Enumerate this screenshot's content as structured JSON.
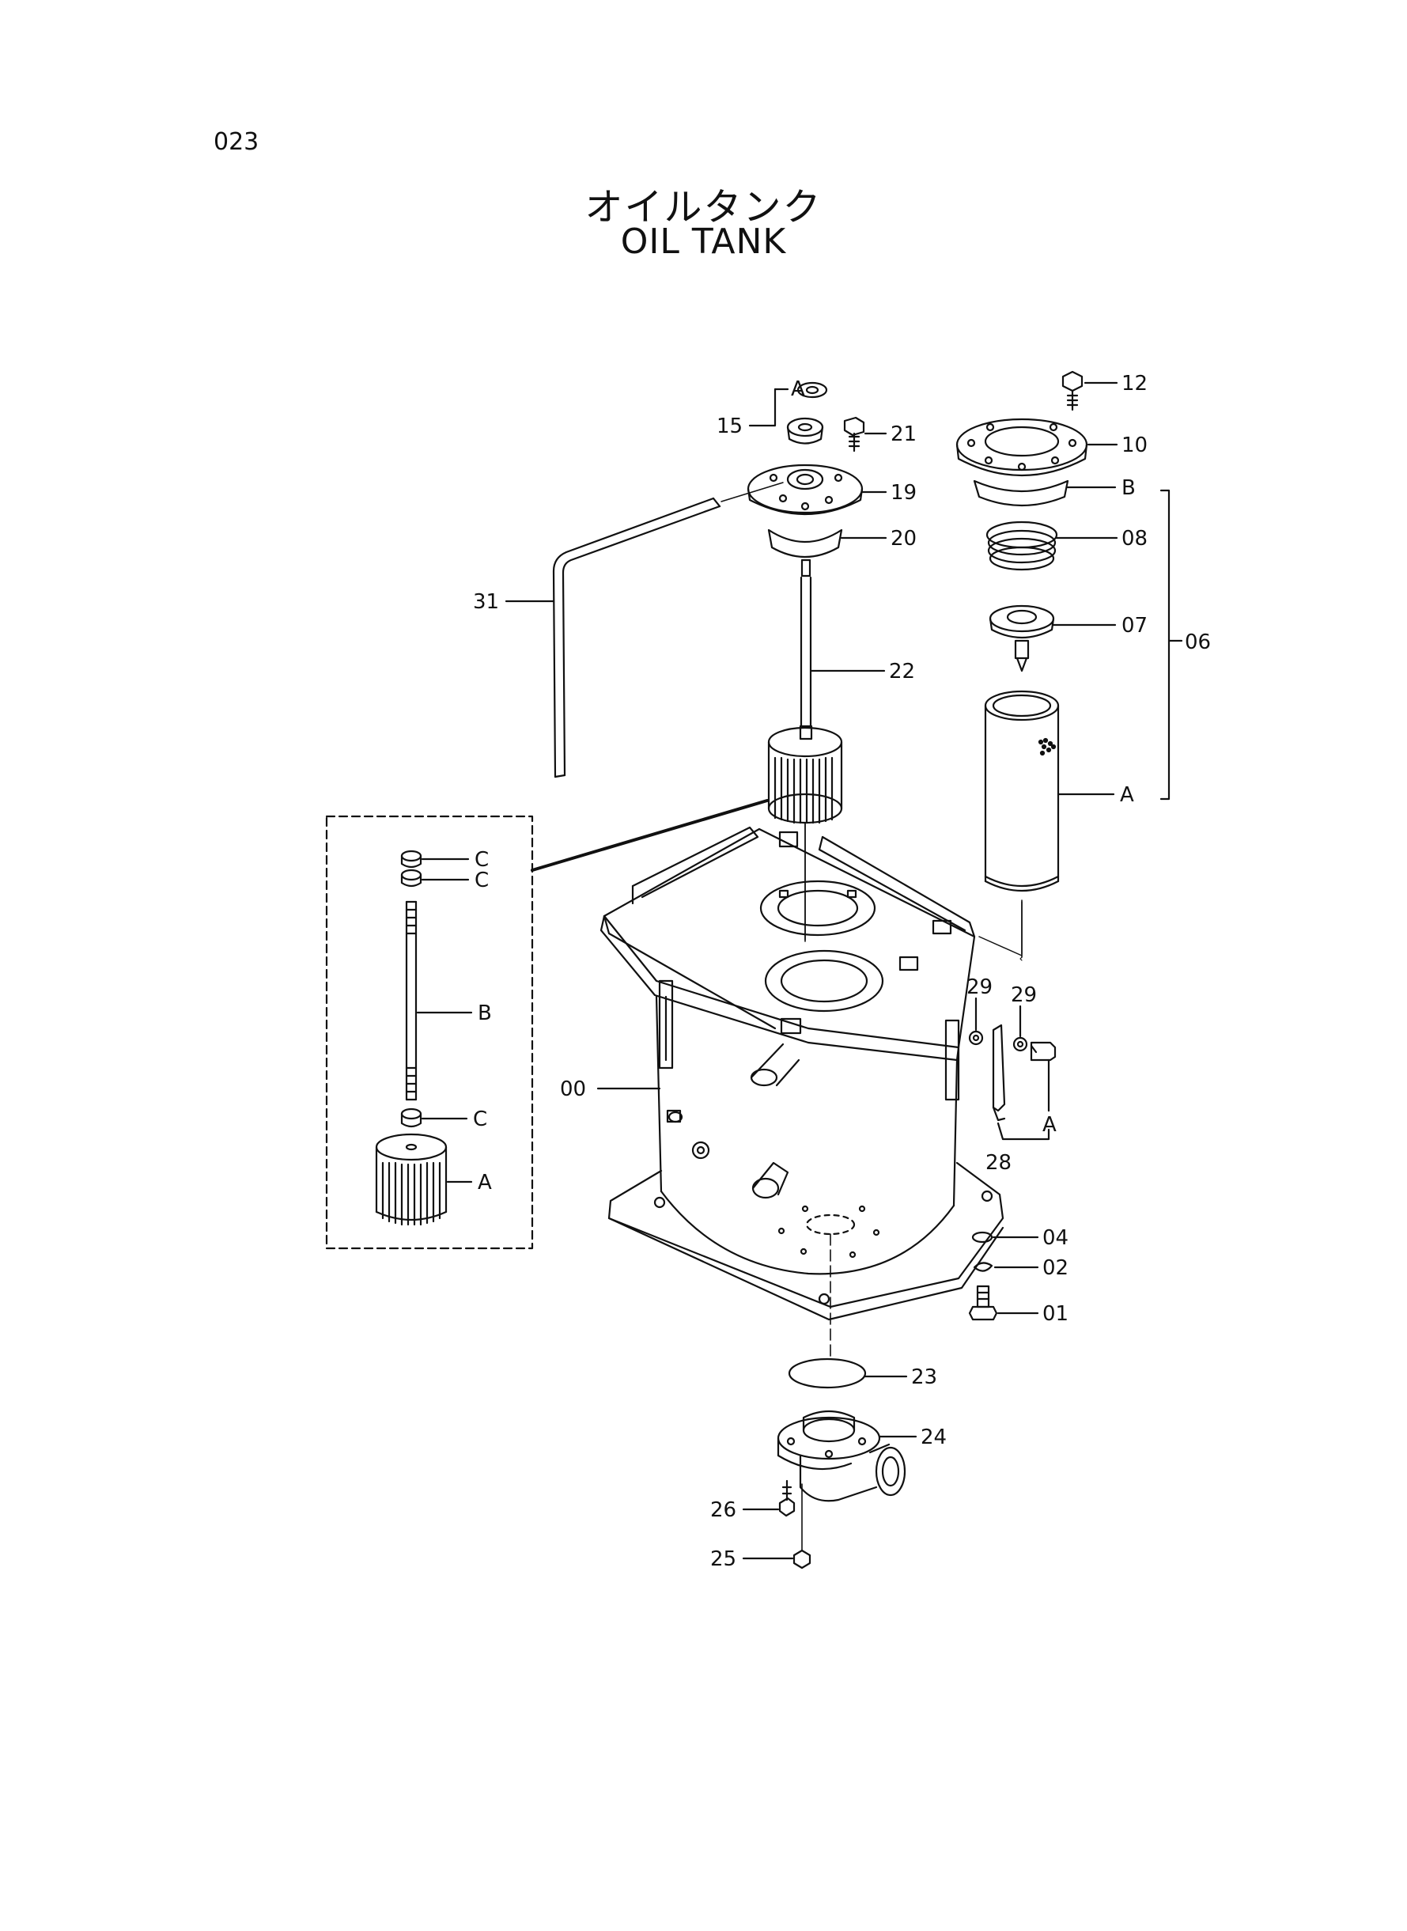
{
  "page": {
    "number": "023"
  },
  "title": {
    "japanese": "オイルタンク",
    "english": "OIL TANK"
  },
  "callouts": {
    "c12": "12",
    "c10": "10",
    "cB_top": "B",
    "c08": "08",
    "c07": "07",
    "c06": "06",
    "cA_filter": "A",
    "cA_top": "A",
    "c15": "15",
    "c21": "21",
    "c19": "19",
    "c20": "20",
    "c31": "31",
    "c22": "22",
    "inset_C1": "C",
    "inset_C2": "C",
    "inset_B": "B",
    "inset_C3": "C",
    "inset_A": "A",
    "c00": "00",
    "c29a": "29",
    "c29b": "29",
    "cA_right": "A",
    "c28": "28",
    "c04": "04",
    "c02": "02",
    "c01": "01",
    "c23": "23",
    "c24": "24",
    "c26": "26",
    "c25": "25"
  }
}
